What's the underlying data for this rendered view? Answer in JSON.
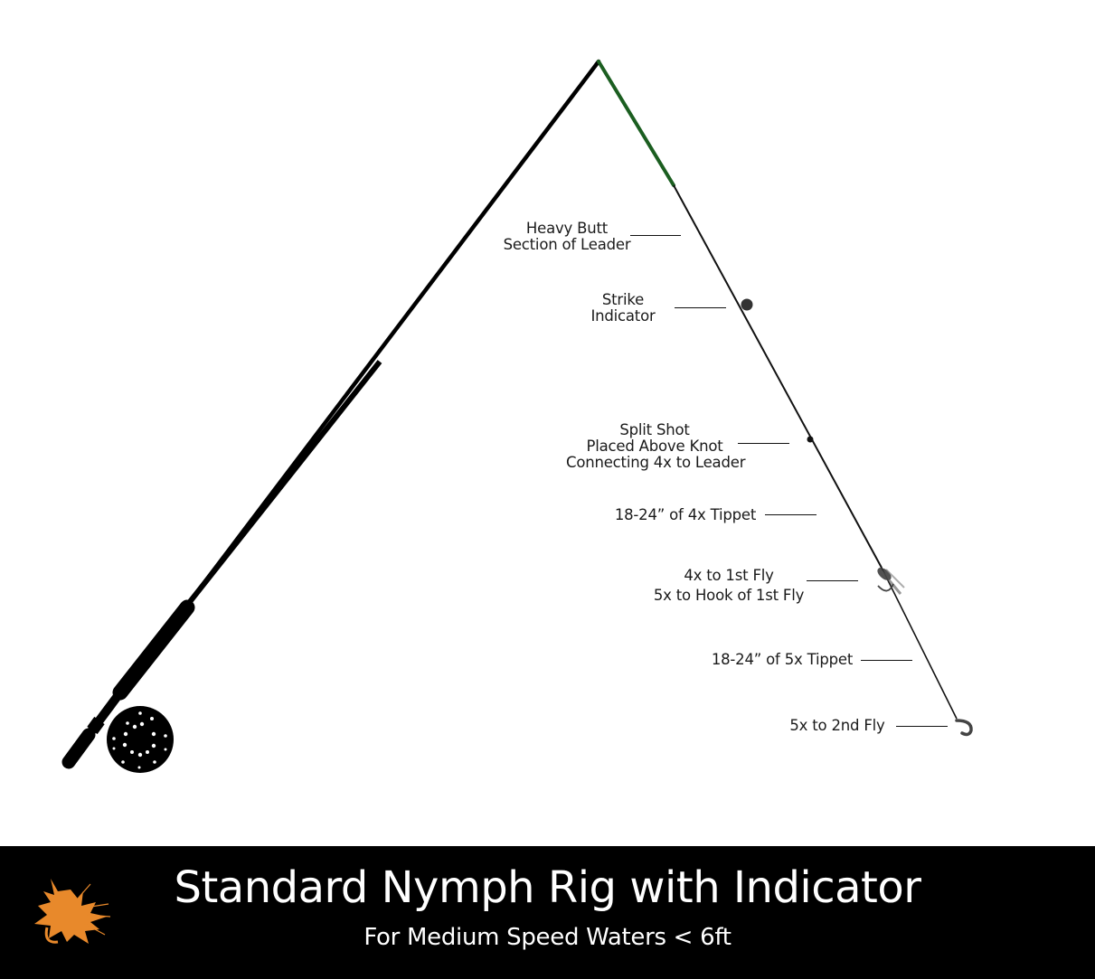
{
  "diagram": {
    "title": "Standard Nymph Rig with Indicator",
    "subtitle": "For Medium Speed Waters < 6ft",
    "colors": {
      "rod": "#000000",
      "fly_line": "#1b5e20",
      "leader": "#111111",
      "banner_bg": "#000000",
      "banner_text": "#ffffff",
      "logo": "#e8892b"
    },
    "labels": [
      {
        "lines": [
          "Heavy Butt",
          "Section of Leader"
        ]
      },
      {
        "lines": [
          "Strike",
          "Indicator"
        ]
      },
      {
        "lines": [
          "Split Shot",
          "Placed Above Knot",
          "Connecting 4x to Leader"
        ]
      },
      {
        "lines": [
          "18-24” of 4x Tippet"
        ]
      },
      {
        "lines": [
          "4x to 1st Fly",
          "5x to Hook of 1st Fly"
        ]
      },
      {
        "lines": [
          "18-24” of 5x Tippet"
        ]
      },
      {
        "lines": [
          "5x to 2nd Fly"
        ]
      }
    ],
    "components": [
      "fly-rod",
      "fly-reel",
      "fly-line",
      "leader",
      "strike-indicator",
      "split-shot",
      "first-fly",
      "second-fly"
    ],
    "logo_icon": "orange-fly-icon"
  }
}
